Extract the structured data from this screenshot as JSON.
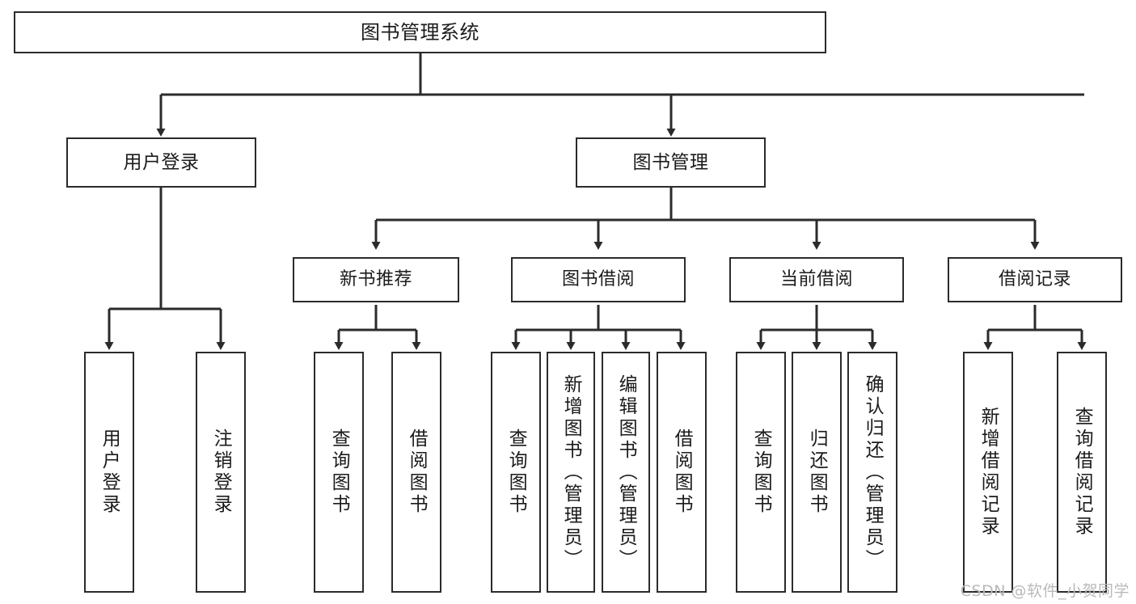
{
  "diagram": {
    "type": "tree-hierarchy",
    "title": "图书管理系统",
    "root": {
      "label": "图书管理系统"
    },
    "level1": [
      {
        "id": "user-login",
        "label": "用户登录"
      },
      {
        "id": "book-management",
        "label": "图书管理"
      }
    ],
    "level2": [
      {
        "id": "new-book-recommend",
        "label": "新书推荐",
        "parent": "book-management"
      },
      {
        "id": "book-borrow",
        "label": "图书借阅",
        "parent": "book-management"
      },
      {
        "id": "current-borrow",
        "label": "当前借阅",
        "parent": "book-management"
      },
      {
        "id": "borrow-record",
        "label": "借阅记录",
        "parent": "book-management"
      }
    ],
    "leaves": [
      {
        "id": "leaf-user-login",
        "label": "用户登录",
        "parent": "user-login"
      },
      {
        "id": "leaf-logout-login",
        "label": "注销登录",
        "parent": "user-login"
      },
      {
        "id": "leaf-query-book-1",
        "label": "查询图书",
        "parent": "new-book-recommend"
      },
      {
        "id": "leaf-borrow-book-1",
        "label": "借阅图书",
        "parent": "new-book-recommend"
      },
      {
        "id": "leaf-query-book-2",
        "label": "查询图书",
        "parent": "book-borrow"
      },
      {
        "id": "leaf-add-book",
        "label": "新增图书（管理员）",
        "parent": "book-borrow"
      },
      {
        "id": "leaf-edit-book",
        "label": "编辑图书（管理员）",
        "parent": "book-borrow"
      },
      {
        "id": "leaf-borrow-book-2",
        "label": "借阅图书",
        "parent": "book-borrow"
      },
      {
        "id": "leaf-query-book-3",
        "label": "查询图书",
        "parent": "current-borrow"
      },
      {
        "id": "leaf-return-book",
        "label": "归还图书",
        "parent": "current-borrow"
      },
      {
        "id": "leaf-confirm-return",
        "label": "确认归还（管理员）",
        "parent": "current-borrow"
      },
      {
        "id": "leaf-add-record",
        "label": "新增借阅记录",
        "parent": "borrow-record"
      },
      {
        "id": "leaf-query-record",
        "label": "查询借阅记录",
        "parent": "borrow-record"
      }
    ],
    "colors": {
      "box_border": "#2b2b2b",
      "box_fill": "#ffffff",
      "connector": "#2b2b2b",
      "text": "#1b1b1b",
      "watermark": "#b9b9b9"
    }
  },
  "watermark": {
    "text": "CSDN @软件_小贺同学"
  }
}
